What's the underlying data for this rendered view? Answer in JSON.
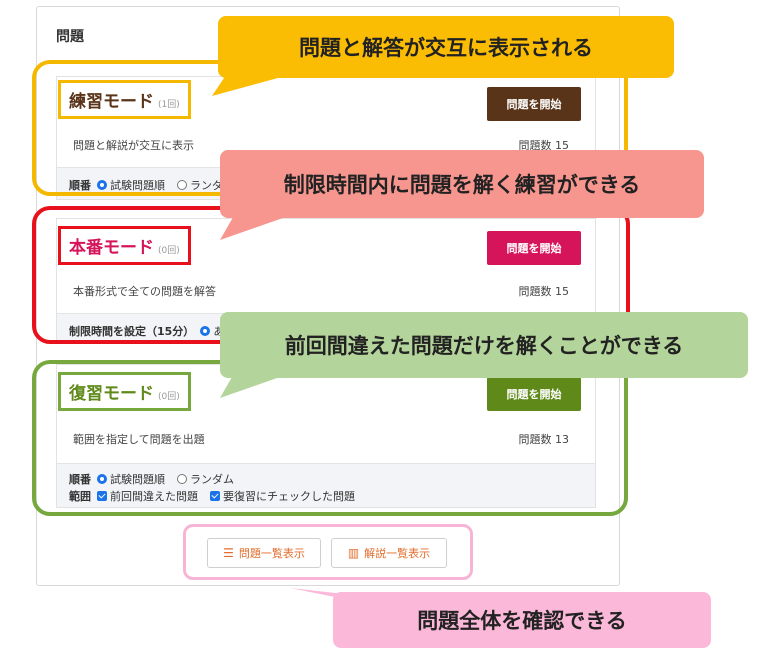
{
  "panel": {
    "title": "問題"
  },
  "practice": {
    "title": "練習モード",
    "count_note": "(1回)",
    "start_label": "問題を開始",
    "desc": "問題と解説が交互に表示",
    "question_count": "問題数 15",
    "order_label": "順番",
    "order_options": [
      "試験問題順",
      "ランダム"
    ]
  },
  "exam": {
    "title": "本番モード",
    "count_note": "(0回)",
    "start_label": "問題を開始",
    "desc": "本番形式で全ての問題を解答",
    "question_count": "問題数 15",
    "time_label": "制限時間を設定（15分）",
    "time_option": "あ"
  },
  "review": {
    "title": "復習モード",
    "count_note": "(0回)",
    "start_label": "問題を開始",
    "desc": "範囲を指定して問題を出題",
    "question_count": "問題数 13",
    "order_label": "順番",
    "order_options": [
      "試験問題順",
      "ランダム"
    ],
    "range_label": "範囲",
    "range_options": [
      "前回間違えた問題",
      "要復習にチェックした問題"
    ]
  },
  "bottom": {
    "list_label": "問題一覧表示",
    "explain_label": "解説一覧表示"
  },
  "callouts": {
    "practice": "問題と解答が交互に表示される",
    "exam": "制限時間内に問題を解く練習ができる",
    "review": "前回間違えた問題だけを解くことができる",
    "overall": "問題全体を確認できる"
  },
  "colors": {
    "practice_btn": "#5a3419",
    "exam_btn": "#d6145a",
    "review_btn": "#5f8a1a",
    "practice_outline": "#f5b800",
    "exam_outline": "#e8101a",
    "review_outline": "#76a83e",
    "overall_outline": "#f8b4d4"
  }
}
